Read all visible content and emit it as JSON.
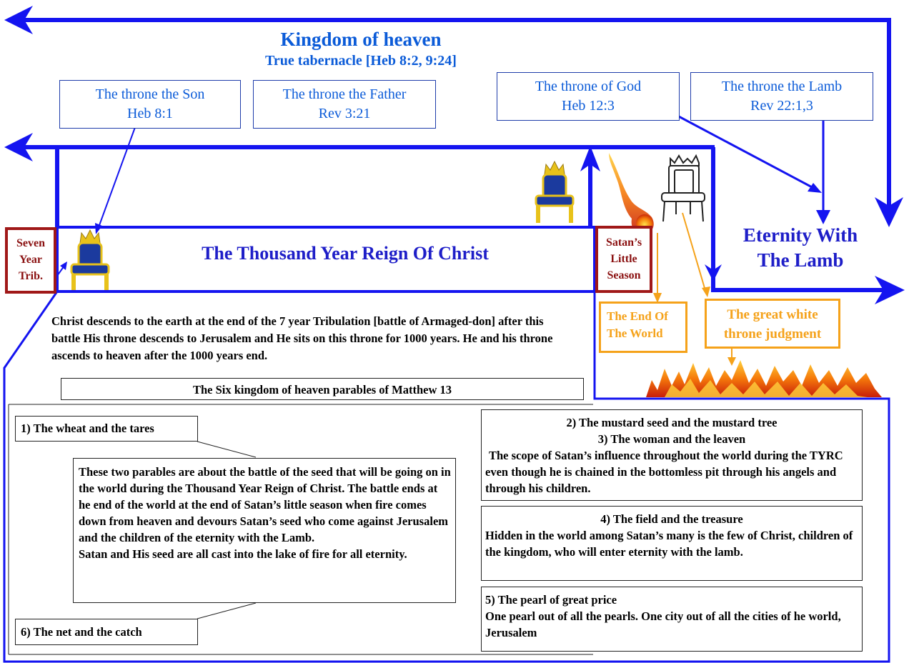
{
  "kingdom": {
    "title": "Kingdom of heaven",
    "subtitle": "True tabernacle [Heb 8:2, 9:24]"
  },
  "thrones": {
    "son": {
      "line1": "The throne the Son",
      "line2": "Heb 8:1"
    },
    "father": {
      "line1": "The throne the Father",
      "line2": "Rev 3:21"
    },
    "god": {
      "line1": "The throne of God",
      "line2": "Heb 12:3"
    },
    "lamb": {
      "line1": "The throne the Lamb",
      "line2": "Rev 22:1,3"
    }
  },
  "eternity": {
    "line1": "Eternity With",
    "line2": "The Lamb"
  },
  "seven_year": {
    "line1": "Seven",
    "line2": "Year",
    "line3": "Trib."
  },
  "reign_title": "The Thousand Year Reign Of Christ",
  "satan_season": {
    "line1": "Satan’s",
    "line2": "Little",
    "line3": "Season"
  },
  "end_world": {
    "line1": "The End Of",
    "line2": "The World"
  },
  "white_throne": {
    "line1": "The great white",
    "line2": "throne judgment"
  },
  "description": "Christ descends to the earth at the end of the 7 year Tribulation [battle of Armaged-don] after this battle His throne descends to Jerusalem and He sits on this throne for 1000 years. He and his throne ascends to heaven after the 1000 years end.",
  "parables_header": "The Six kingdom of heaven parables of Matthew 13",
  "parables": {
    "p1": "1) The wheat and the tares",
    "p6": "6) The net and the catch",
    "p1_6_text": "These two parables are about the battle of the seed that will be going on in the world during the Thousand Year Reign of Christ. The battle ends at he end of the world at the end of Satan’s little season when fire comes down from heaven and devours Satan’s seed who come against Jerusalem and the children of the eternity with the Lamb.",
    "p1_6_text2": "Satan and His seed are all cast into the lake of fire for all eternity.",
    "p2": "2) The mustard seed and the mustard tree",
    "p3": "3) The woman and the leaven",
    "p2_3_text": "The scope of  Satan’s influence throughout the world during the TYRC even though he is chained in the bottomless pit through his angels and through his children.",
    "p4": "4) The field and the treasure",
    "p4_text": "Hidden in the world among Satan’s many is the few of Christ, children of the kingdom, who will enter eternity with the lamb.",
    "p5": "5) The pearl of great price",
    "p5_text": "One pearl out of all the pearls. One city out of all the cities of he world, Jerusalem"
  },
  "colors": {
    "arrow_blue": "#1414f0",
    "text_blue": "#0b5bd8",
    "red": "#a01818",
    "orange": "#f5a21a",
    "throne_gold": "#e8c21a",
    "throne_blue": "#1b3a9e"
  },
  "icons": [
    "throne-icon",
    "white-throne-icon",
    "fireball-icon",
    "fire-icon"
  ]
}
